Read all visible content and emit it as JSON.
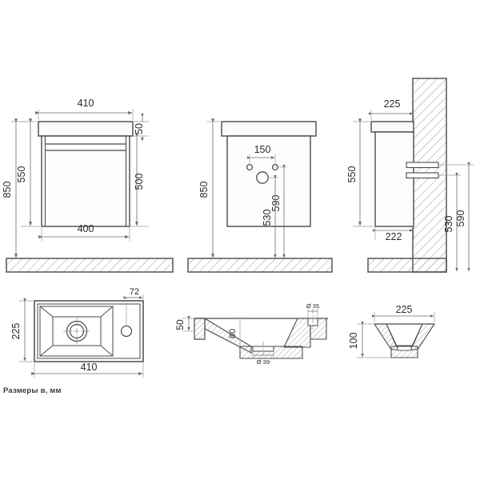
{
  "document": {
    "title": "Washbasin cabinet technical drawing",
    "caption": "Размеры в, мм",
    "units": "мм",
    "line_color": "#4a4a4a",
    "dim_color": "#7d7d7d",
    "text_color": "#2b2b2b",
    "hatch_color": "#8c8c8c",
    "background": "#ffffff"
  },
  "views": {
    "front_cabinet": {
      "name": "Front elevation of cabinet",
      "dimensions": {
        "top_width": "410",
        "body_width": "400",
        "top_thickness": "50",
        "body_height": "500",
        "cabinet_height": "550",
        "install_height": "850"
      }
    },
    "front_basin": {
      "name": "Front elevation with tap holes",
      "dimensions": {
        "hole_spacing": "150",
        "install_height": "850",
        "upper_hole_height": "590",
        "lower_hole_height": "530"
      }
    },
    "side_section": {
      "name": "Side section against wall",
      "dimensions": {
        "top_depth": "225",
        "body_depth": "222",
        "cabinet_height": "550",
        "upper_outlet_height": "590",
        "lower_outlet_height": "530"
      }
    },
    "top_basin": {
      "name": "Top view of basin",
      "dimensions": {
        "width": "410",
        "depth": "225",
        "tap_hole_offset": "72"
      }
    },
    "longitudinal_section": {
      "name": "Longitudinal section of basin",
      "dimensions": {
        "rim_thickness": "50",
        "bowl_depth": "80",
        "tap_hole_dia": "Ø 35",
        "drain_dia": "Ø 39"
      }
    },
    "cross_section": {
      "name": "Cross section of basin",
      "dimensions": {
        "width": "225",
        "height": "100"
      }
    }
  }
}
